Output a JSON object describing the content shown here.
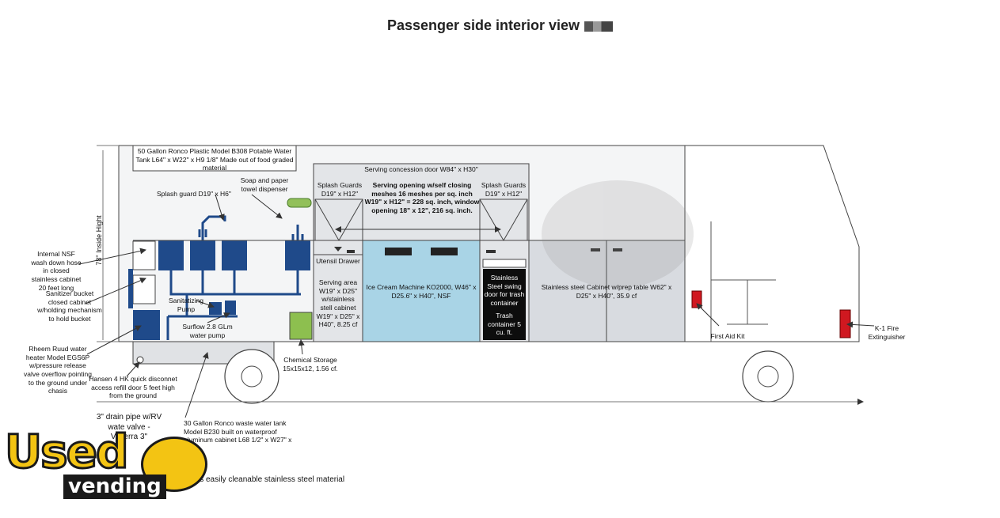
{
  "title": "Passenger side interior view",
  "labels": {
    "potable_tank": "50 Gallon Ronco Plastic Model B308 Potable Water Tank L64\" x W22\" x H9 1/8\" Made out of food graded material",
    "serving_door": "Serving concession door W84\" x H30\"",
    "splash_guards_left": "Splash Guards D19\" x H12\"",
    "splash_guards_right": "Splash Guards D19\" x H12\"",
    "serving_opening": "Serving opening w/self closing meshes 16 meshes per sq. inch W19\" x H12\" = 228 sq. inch, window opening 18\" x 12\", 216 sq. inch.",
    "soap_dispenser": "Soap and paper towel dispenser",
    "splash_guard_sink": "Splash guard D19\" x H6\"",
    "inside_height": "78\" Inside Hight",
    "internal_hose": "Internal NSF wash down hose in closed stainless cabinet 20 feet long",
    "sanitizer_bucket": "Sanitizer bucket closed cabinet w/holding mechanism to hold bucket",
    "water_heater": "Rheem Ruud water heater Model EGS6P w/pressure release valve overflow pointing to the ground under chasis",
    "sanitizing_pump": "Sanitatizing Pump",
    "surflow_pump": "Surflow 2.8 GLm water pump",
    "utensil_drawer": "Utensil Drawer",
    "serving_area": "Serving area W19\" x D25\" w/stainless stell cabinet W19\" x D25\" x H40\", 8.25 cf",
    "ice_cream_machine": "Ice Cream Machine KO2000, W46\" x D25.6\" x H40\", NSF",
    "trash_door": "Stainless Steel swing door for trash container",
    "trash_container": "Trash container 5 cu. ft.",
    "prep_cabinet": "Stainless steel Cabinet w/prep table W62\" x D25\" x H40\", 35.9 cf",
    "chemical_storage": "Chemical Storage 15x15x12, 1.56 cf.",
    "hansen": "Hansen 4 HK quick disconnet access refill door 5 feet high from the ground",
    "drain_pipe": "3\" drain pipe w/RV wate valve - Valterra 3\"",
    "waste_tank": "30 Gallon Ronco waste water tank Model B230 built on waterproof aluminum cabinet L68 1/2\" x W27\" x H11\"",
    "stainless_material": "is easily cleanable stainless steel material",
    "first_aid": "First Aid Kit",
    "fire_extinguisher": "K-1 Fire Extinguisher"
  },
  "logo": {
    "brand_top": "Used",
    "brand_bottom": "vending"
  },
  "colors": {
    "sink_blue": "#1f4a8a",
    "ice_cream_blue": "#a9d4e6",
    "cabinet_gray": "#d8dbe0",
    "chemical_green": "#8dbf4f",
    "soap_green": "#92c05a",
    "alarm_red": "#d01820",
    "trash_black": "#0d0d0d",
    "logo_yellow": "#f3c413"
  }
}
